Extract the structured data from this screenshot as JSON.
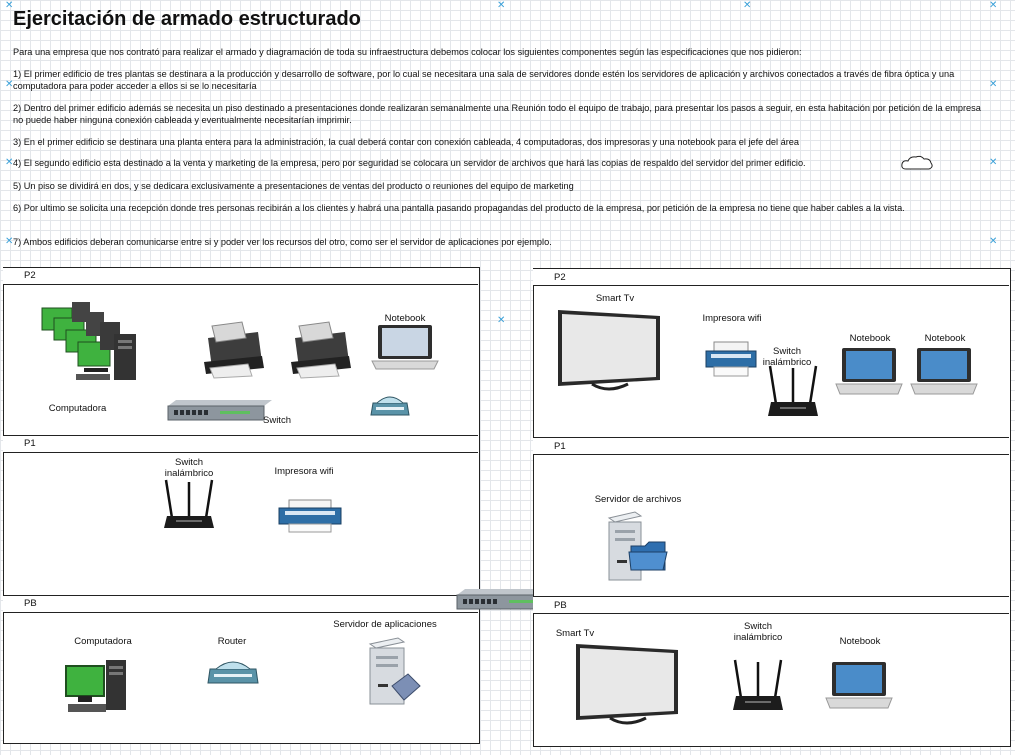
{
  "title": "Ejercitación de armado estructurado",
  "paragraphs": [
    "Para una empresa que  nos contrató para realizar el armado y diagramación de toda su infraestructura debemos colocar los siguientes componentes según las especificaciones que nos pidieron:",
    "1) El primer edificio de tres plantas se destinara a la producción y desarrollo de software, por lo cual se necesitara una sala de servidores donde estén los servidores de aplicación y archivos conectados a través de fibra óptica y una computadora para poder acceder a ellos si se lo necesitaría",
    "2) Dentro del primer edificio además se necesita un piso destinado a presentaciones donde realizaran semanalmente una Reunión todo el equipo de trabajo, para presentar los pasos a seguir, en esta habitación por petición de la empresa no puede haber ninguna conexión cableada y eventualmente necesitarían imprimir.",
    "3) En el primer edificio se destinara una planta entera para la administración, la cual deberá contar con conexión cableada, 4 computadoras, dos impresoras y una notebook para el jefe del área",
    "4) El segundo edificio esta destinado a la venta y marketing de la empresa, pero por seguridad se colocara un servidor de archivos que hará las copias de respaldo del servidor del primer edificio.",
    "5) Un piso se dividirá en dos, y se dedicara exclusivamente a presentaciones de ventas del producto o reuniones del equipo de marketing",
    "6) Por ultimo se solicita una recepción donde tres personas recibirán a los clientes y habrá una pantalla pasando propagandas del producto de la empresa, por petición de la empresa no tiene que haber cables a la vista.",
    "7) Ambos edificios deberan comunicarse entre si y poder ver los recursos del otro, como ser el servidor de aplicaciones por ejemplo."
  ],
  "building1": {
    "p2": {
      "label": "P2",
      "computadora": "Computadora",
      "switch": "Switch",
      "notebook": "Notebook"
    },
    "p1": {
      "label": "P1",
      "switch_inalambrico": "Switch\ninalámbrico",
      "impresora_wifi": "Impresora wifi"
    },
    "pb": {
      "label": "PB",
      "computadora": "Computadora",
      "router": "Router",
      "servidor_aplicaciones": "Servidor de aplicaciones"
    }
  },
  "building2": {
    "p2": {
      "label": "P2",
      "smart_tv": "Smart Tv",
      "impresora_wifi": "Impresora wifi",
      "switch_inalambrico": "Switch\ninalámbrico",
      "notebook_1": "Notebook",
      "notebook_2": "Notebook"
    },
    "p1": {
      "label": "P1",
      "servidor_archivos": "Servidor de archivos"
    },
    "pb": {
      "label": "PB",
      "smart_tv": "Smart Tv",
      "switch_inalambrico": "Switch\ninalámbrico",
      "notebook": "Notebook"
    }
  },
  "colors": {
    "monitor_green": "#3fb23f",
    "grid": "#e3e6ea",
    "selection_marker": "#3aa0d8"
  }
}
